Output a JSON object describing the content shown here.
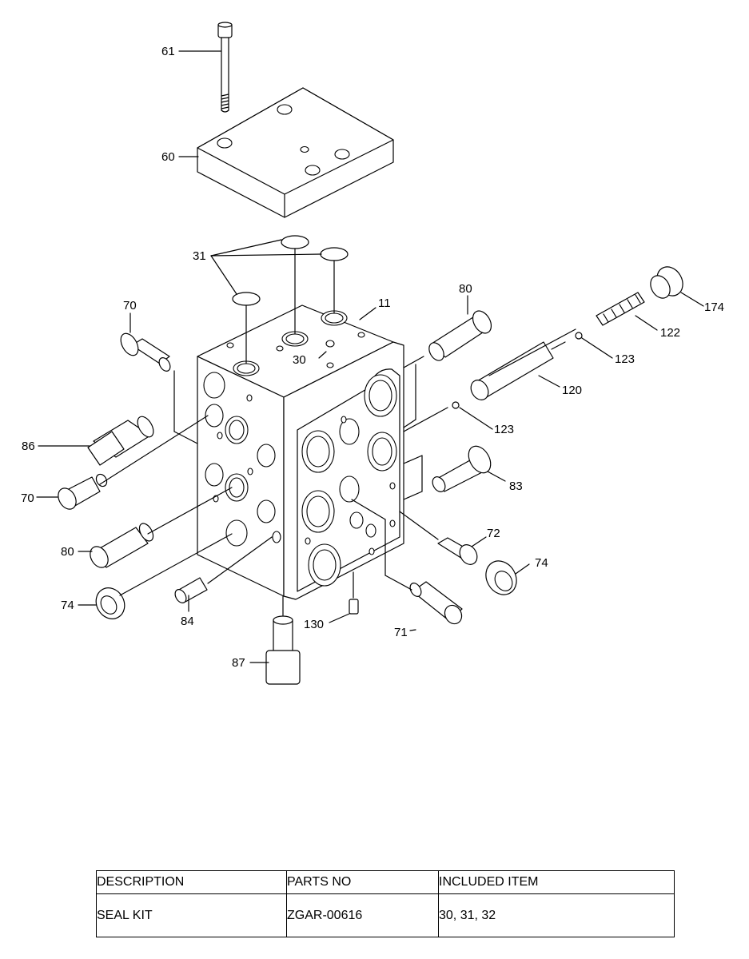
{
  "diagram": {
    "callouts": {
      "c61": "61",
      "c60": "60",
      "c31": "31",
      "c70a": "70",
      "c11": "11",
      "c80a": "80",
      "c174": "174",
      "c122": "122",
      "c123a": "123",
      "c30": "30",
      "c120": "120",
      "c123b": "123",
      "c86": "86",
      "c83": "83",
      "c70b": "70",
      "c72": "72",
      "c74b": "74",
      "c80b": "80",
      "c74a": "74",
      "c84": "84",
      "c130": "130",
      "c71": "71",
      "c87": "87"
    }
  },
  "table": {
    "headers": {
      "description": "DESCRIPTION",
      "parts_no": "PARTS NO",
      "included_item": "INCLUDED ITEM"
    },
    "rows": [
      {
        "description": "SEAL KIT",
        "parts_no": "ZGAR-00616",
        "included_item": "30, 31, 32"
      }
    ]
  }
}
